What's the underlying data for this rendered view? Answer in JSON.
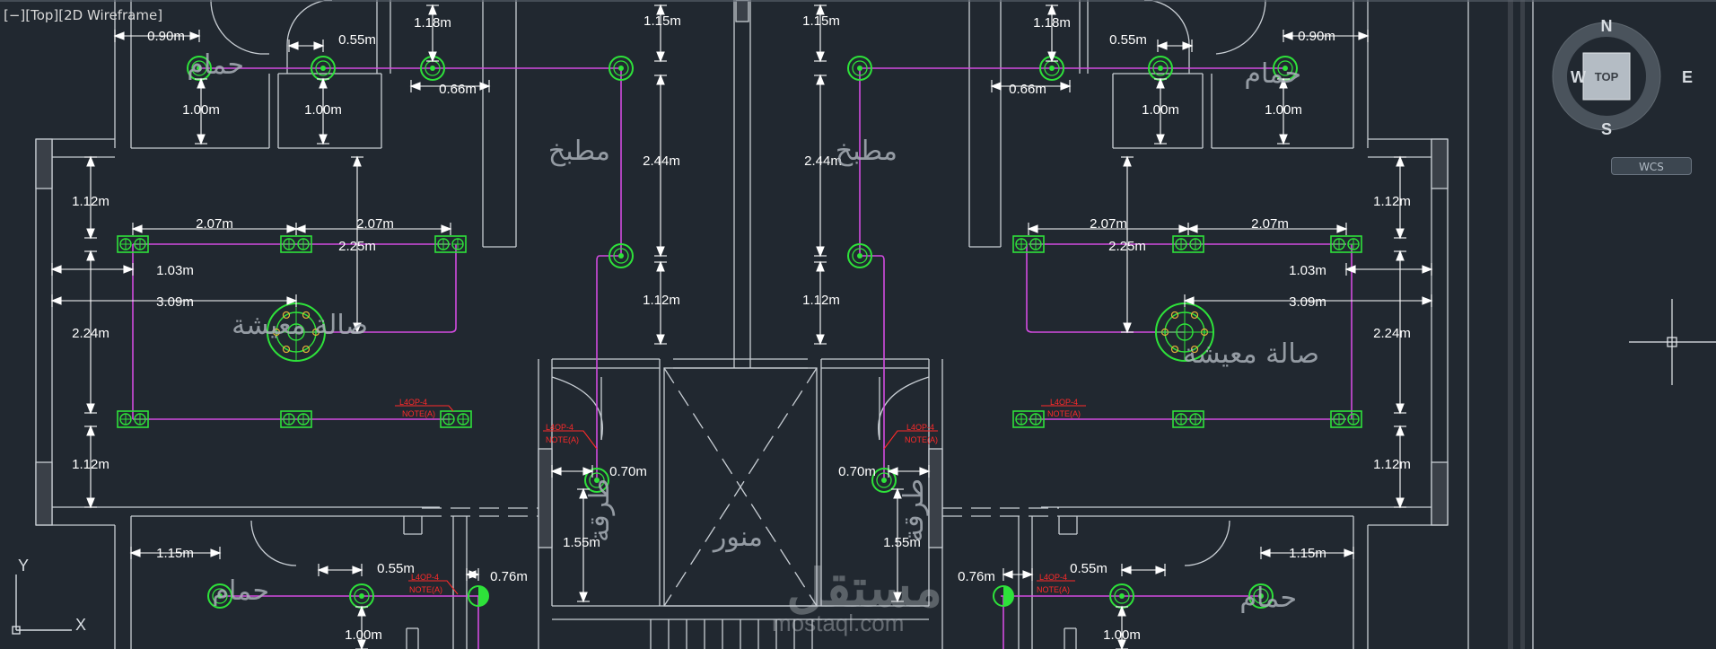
{
  "viewport": {
    "label": "[−][Top][2D Wireframe]"
  },
  "viewcube": {
    "north": "N",
    "south": "S",
    "east": "E",
    "west": "W",
    "face": "TOP"
  },
  "wcs": {
    "label": "WCS"
  },
  "ucs": {
    "x": "X",
    "y": "Y"
  },
  "rooms": {
    "kitchen": "مطبخ",
    "living": "صالة معيشة",
    "bath": "حمام",
    "corridor": "طرقة",
    "lightwell": "منور"
  },
  "dims": {
    "d090": "0.90m",
    "d055": "0.55m",
    "d118": "1.18m",
    "d115": "1.15m",
    "d066": "0.66m",
    "d100": "1.00m",
    "d244": "2.44m",
    "d112": "1.12m",
    "d207": "2.07m",
    "d225": "2.25m",
    "d103": "1.03m",
    "d309": "3.09m",
    "d224": "2.24m",
    "d070": "0.70m",
    "d155": "1.55m",
    "d076": "0.76m"
  },
  "notes": {
    "l4op": "L4OP-4",
    "note": "NOTE(A)"
  },
  "watermark": {
    "main": "مستقل",
    "sub": "mostaql.com"
  },
  "colors": {
    "background": "#212830",
    "walls": "#c8ced4",
    "wiring": "#d24be0",
    "fixtures": "#2ee23a",
    "dimensions": "#ffffff",
    "notes": "#ff2a2a",
    "lamp": "#e6b43a"
  }
}
